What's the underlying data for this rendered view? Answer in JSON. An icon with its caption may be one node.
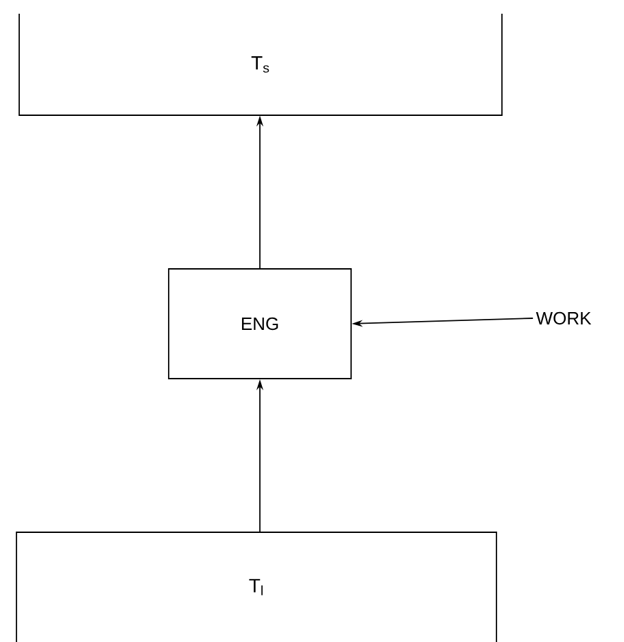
{
  "diagram": {
    "nodes": [
      {
        "text": [
          "T$_{s}$"
        ]
      },
      {
        "text": [
          "ENG"
        ]
      },
      {
        "text": [
          "WORK"
        ]
      },
      {
        "text": [
          "T$_{l}$"
        ]
      }
    ],
    "edges": [
      {
        "from": 1,
        "to": 0,
        "arrow": "to"
      },
      {
        "from": 2,
        "to": 1,
        "arrow": "to"
      },
      {
        "from": 3,
        "to": 1,
        "arrow": "to"
      }
    ]
  }
}
